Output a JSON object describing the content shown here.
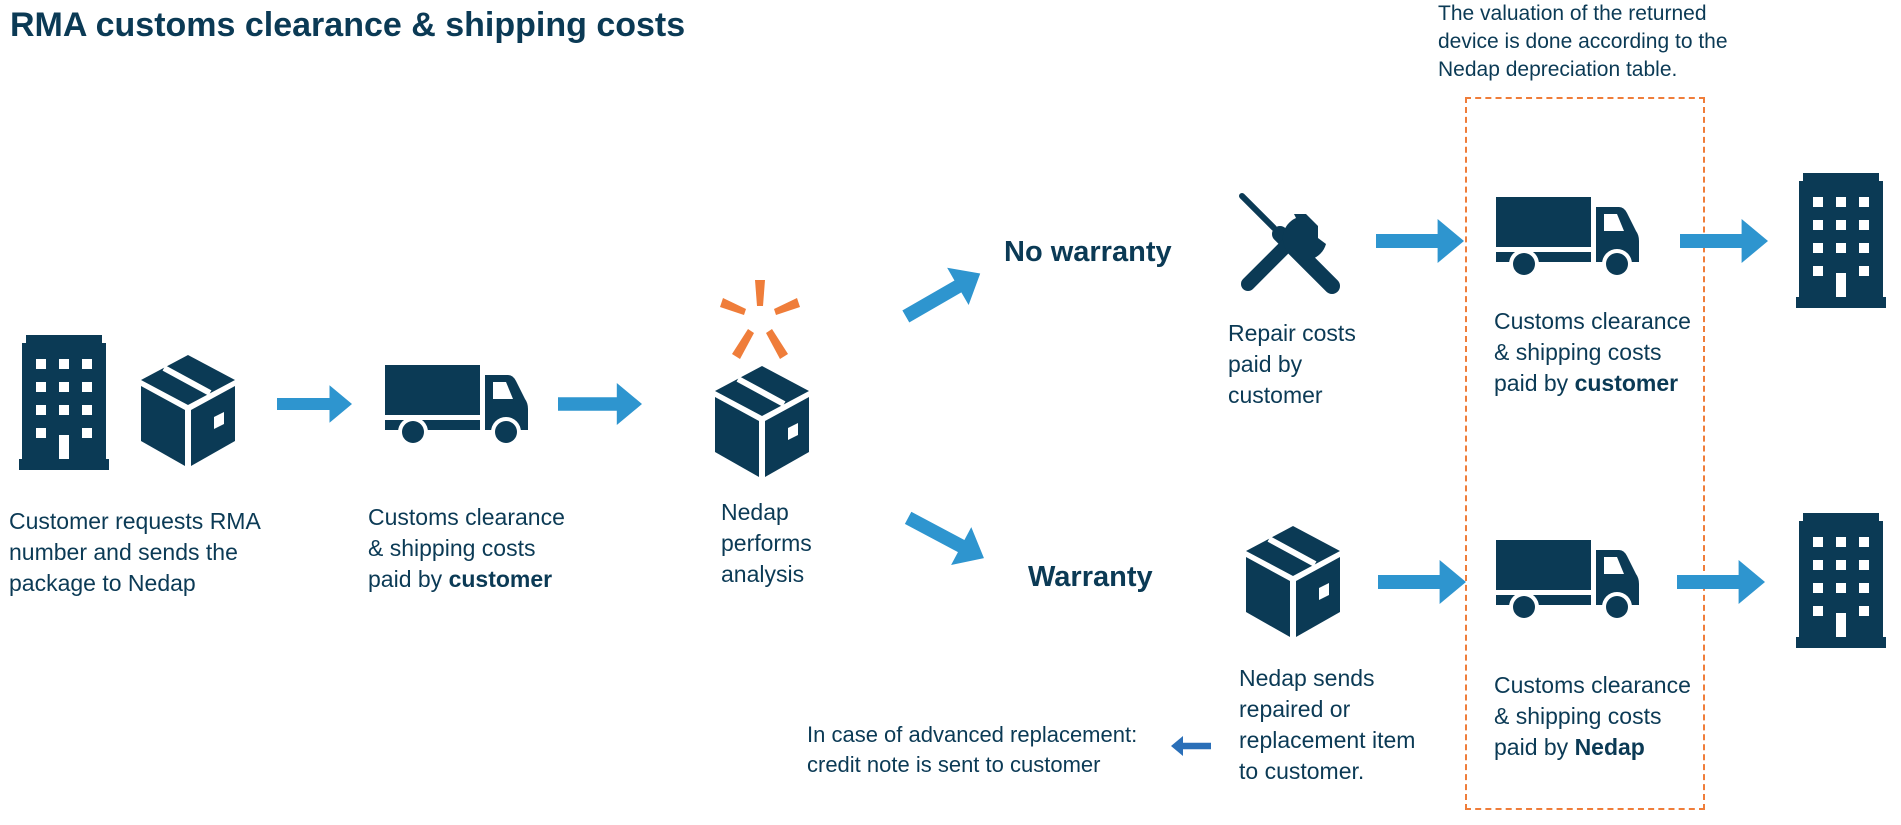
{
  "title": "RMA customs clearance & shipping costs",
  "valuation_note": {
    "lines": [
      "The valuation of the returned",
      "device is done according to the",
      "Nedap depreciation table."
    ]
  },
  "steps": {
    "customer_request": {
      "lines": [
        "Customer requests RMA",
        "number and sends the",
        "package to Nedap"
      ]
    },
    "inbound_shipping": {
      "line1": "Customs clearance",
      "line2": "& shipping costs",
      "prefix": "paid by ",
      "payer": "customer"
    },
    "analysis": {
      "lines": [
        "Nedap",
        "performs",
        "analysis"
      ]
    }
  },
  "branches": {
    "no_warranty": {
      "label": "No warranty",
      "repair": {
        "lines": [
          "Repair costs",
          "paid by",
          "customer"
        ]
      },
      "shipping": {
        "line1": "Customs clearance",
        "line2": "& shipping costs",
        "prefix": "paid by ",
        "payer": "customer"
      }
    },
    "warranty": {
      "label": "Warranty",
      "send": {
        "lines": [
          "Nedap sends",
          "repaired or",
          "replacement item",
          "to customer."
        ]
      },
      "shipping": {
        "line1": "Customs clearance",
        "line2": "& shipping costs",
        "prefix": "paid by ",
        "payer": "Nedap"
      }
    }
  },
  "replacement_note": {
    "lines": [
      "In case of advanced replacement:",
      "credit note is sent to customer"
    ]
  },
  "colors": {
    "navy": "#0b3a55",
    "arrow_blue": "#2e95cf",
    "arrow_dark_blue": "#2a6fb8",
    "accent_orange": "#ef7d3a"
  },
  "icons": [
    "building-icon",
    "box-icon",
    "truck-icon",
    "spark-icon",
    "wrench-screwdriver-icon",
    "arrow-icon"
  ]
}
